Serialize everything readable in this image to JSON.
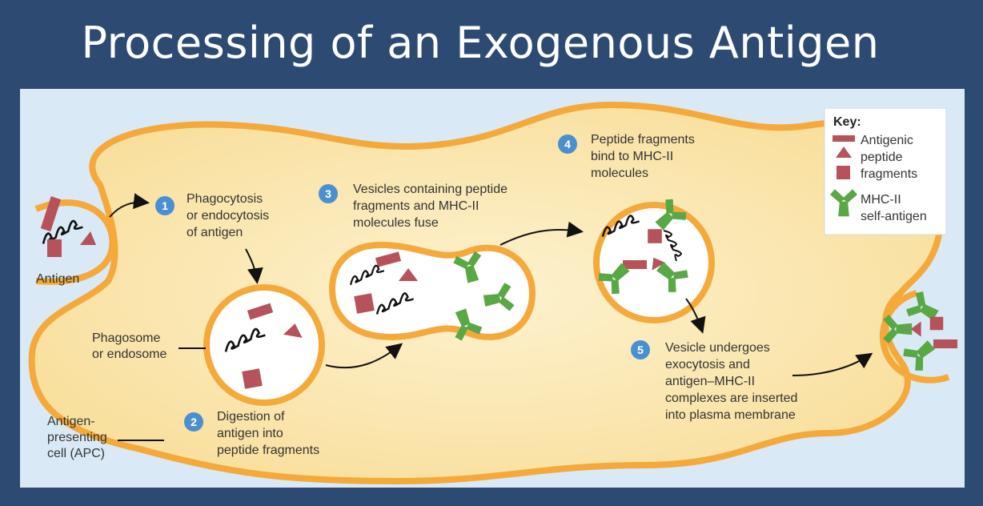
{
  "title": "Processing of an Exogenous Antigen",
  "labels": {
    "antigen": "Antigen",
    "phagosome_line1": "Phagosome",
    "phagosome_line2": "or endosome",
    "apc_line1": "Antigen-",
    "apc_line2": "presenting",
    "apc_line3": "cell (APC)"
  },
  "steps": [
    {
      "number": "1",
      "lines": [
        "Phagocytosis",
        "or endocytosis",
        "of antigen"
      ]
    },
    {
      "number": "2",
      "lines": [
        "Digestion of",
        "antigen into",
        "peptide fragments"
      ]
    },
    {
      "number": "3",
      "lines": [
        "Vesicles containing peptide",
        "fragments and MHC-II",
        "molecules fuse"
      ]
    },
    {
      "number": "4",
      "lines": [
        "Peptide fragments",
        "bind to MHC-II",
        "molecules"
      ]
    },
    {
      "number": "5",
      "lines": [
        "Vesicle undergoes",
        "exocytosis and",
        "antigen–MHC-II",
        "complexes are inserted",
        "into plasma membrane"
      ]
    }
  ],
  "key": {
    "title": "Key:",
    "fragments_line1": "Antigenic",
    "fragments_line2": "peptide",
    "fragments_line3": "fragments",
    "mhc_line1": "MHC-II",
    "mhc_line2": "self-antigen"
  },
  "colors": {
    "cell_fill": "#fbe9b5",
    "membrane": "#f4a93a",
    "fragment": "#b5525a",
    "mhc": "#5aa746",
    "step_badge": "#4a90d0",
    "panel_bg": "#d9eaf6",
    "slide_bg": "#2d4a72"
  }
}
